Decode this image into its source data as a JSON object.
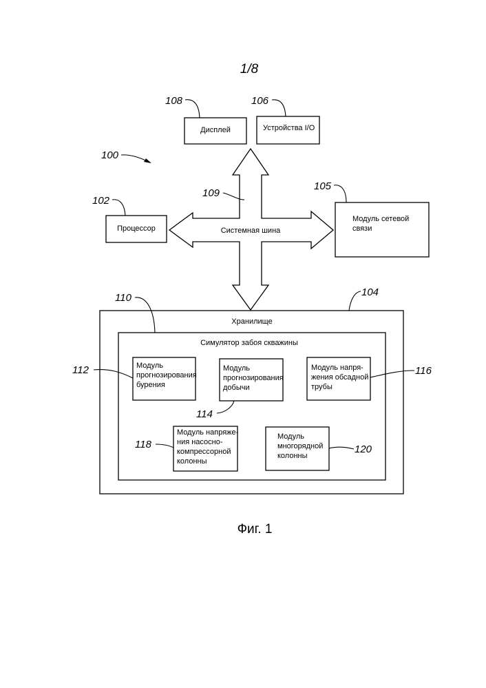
{
  "page": {
    "sheet_number": "1/8",
    "figure_caption": "Фиг. 1"
  },
  "reference_numerals": {
    "system": "100",
    "processor": "102",
    "storage": "104",
    "network_module": "105",
    "io_devices": "106",
    "display": "108",
    "system_bus": "109",
    "simulator": "110",
    "drilling_module": "112",
    "production_module": "114",
    "casing_module": "116",
    "tubing_module": "118",
    "multistring_module": "120"
  },
  "blocks": {
    "display": [
      "Дисплей"
    ],
    "io_devices": [
      "Устройства I/O"
    ],
    "processor": [
      "Процессор"
    ],
    "network_module": [
      "Модуль сетевой",
      "связи"
    ],
    "system_bus": [
      "Системная шина"
    ],
    "storage": [
      "Хранилище"
    ],
    "simulator": [
      "Симулятор забоя скважины"
    ],
    "drilling_module": [
      "Модуль",
      "прогнозирования",
      "бурения"
    ],
    "production_module": [
      "Модуль",
      "прогнозирования",
      "добычи"
    ],
    "casing_module": [
      "Модуль напря-",
      "жения обсадной",
      "трубы"
    ],
    "tubing_module": [
      "Модуль напряже-",
      "ния насосно-",
      "компрессорной",
      "колонны"
    ],
    "multistring_module": [
      "Модуль",
      "многорядной",
      "колонны"
    ]
  }
}
